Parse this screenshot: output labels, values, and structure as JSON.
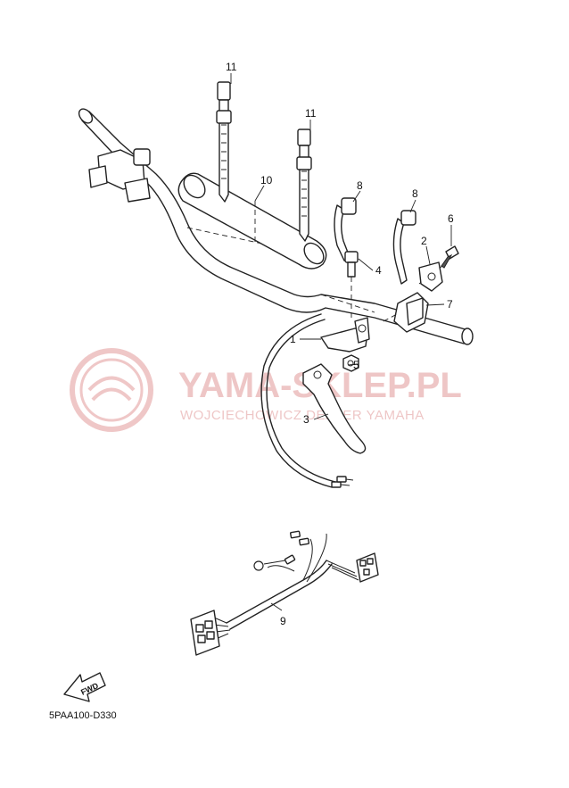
{
  "watermark": {
    "title": "YAMA-SKLEP.PL",
    "subtitle": "WOJCIECHOWICZ DEALER YAMAHA",
    "color": "#e9b4b4"
  },
  "callouts": {
    "c1": "1",
    "c2": "2",
    "c3": "3",
    "c4": "4",
    "c5": "5",
    "c6": "6",
    "c7": "7",
    "c8a": "8",
    "c8b": "8",
    "c9": "9",
    "c10": "10",
    "c11a": "11",
    "c11b": "11"
  },
  "fwd_label": "FWD",
  "diagram_code": "5PAA100-D330"
}
